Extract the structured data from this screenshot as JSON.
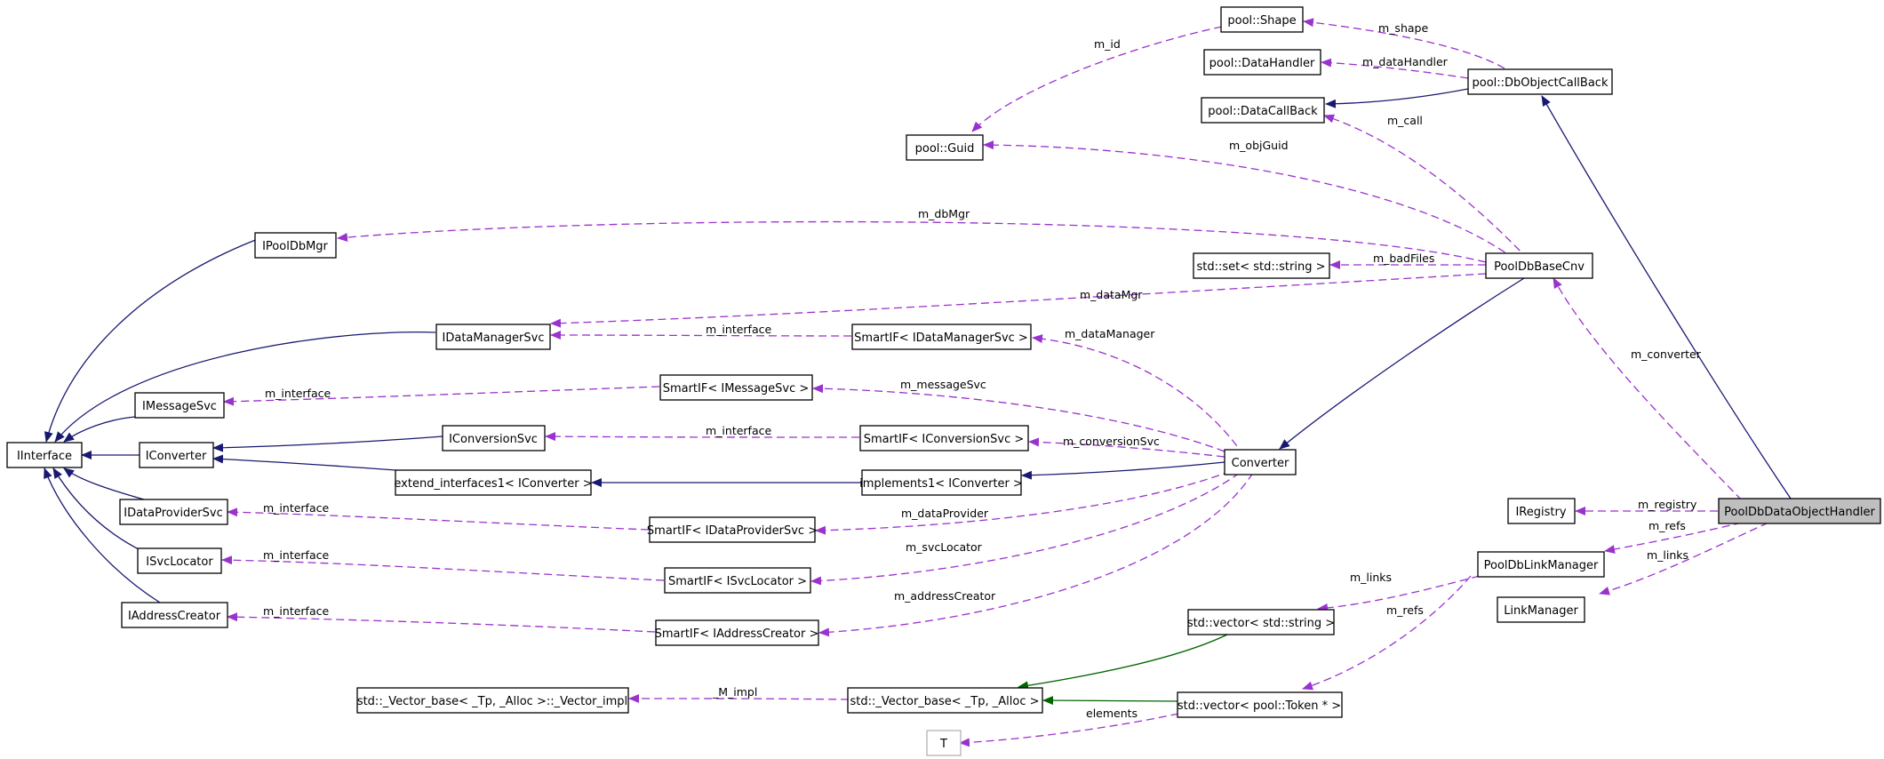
{
  "nodes": {
    "iinterface": "IInterface",
    "ipooldbmgr": "IPoolDbMgr",
    "idatamanagersvc": "IDataManagerSvc",
    "imessagesvc": "IMessageSvc",
    "iconverter": "IConverter",
    "iconversionsvc": "IConversionSvc",
    "extend_interfaces": "extend_interfaces1< IConverter >",
    "idataprovidersvc": "IDataProviderSvc",
    "isvclocator": "ISvcLocator",
    "iaddresscreator": "IAddressCreator",
    "pool_shape": "pool::Shape",
    "pool_datahandler": "pool::DataHandler",
    "pool_datacallback": "pool::DataCallBack",
    "pool_guid": "pool::Guid",
    "pool_dbobjectcallback": "pool::DbObjectCallBack",
    "std_set_string": "std::set< std::string >",
    "pooldbbasecnv": "PoolDbBaseCnv",
    "smartif_idatamanagersvc": "SmartIF< IDataManagerSvc >",
    "smartif_imessagesvc": "SmartIF< IMessageSvc >",
    "smartif_iconversionsvc": "SmartIF< IConversionSvc >",
    "implements1": "implements1< IConverter >",
    "converter": "Converter",
    "smartif_idataprovidersvc": "SmartIF< IDataProviderSvc >",
    "smartif_isvclocator": "SmartIF< ISvcLocator >",
    "smartif_iaddresscreator": "SmartIF< IAddressCreator >",
    "iregistry": "IRegistry",
    "pooldbdataobjecthandler": "PoolDbDataObjectHandler",
    "pooldblinkmanager": "PoolDbLinkManager",
    "linkmanager": "LinkManager",
    "std_vector_string": "std::vector< std::string >",
    "vector_impl": "std::_Vector_base< _Tp, _Alloc >::_Vector_impl",
    "vector_base": "std::_Vector_base< _Tp, _Alloc >",
    "std_vector_token": "std::vector< pool::Token * >",
    "t": "T"
  },
  "edge_labels": {
    "m_id": "m_id",
    "m_shape": "m_shape",
    "m_datahandler": "m_dataHandler",
    "m_call": "m_call",
    "m_objguid": "m_objGuid",
    "m_dbmgr": "m_dbMgr",
    "m_badfiles": "m_badFiles",
    "m_datamgr": "m_dataMgr",
    "m_interface_dms": "m_interface",
    "m_datamanager": "m_dataManager",
    "m_interface_msg": "m_interface",
    "m_messagesvc": "m_messageSvc",
    "m_converter": "m_converter",
    "m_interface_conv": "m_interface",
    "m_conversionsvc": "m_conversionSvc",
    "m_interface_dps": "m_interface",
    "m_dataprovider": "m_dataProvider",
    "m_registry": "m_registry",
    "m_refs_handler": "m_refs",
    "m_links_handler": "m_links",
    "m_interface_svc": "m_interface",
    "m_svclocator": "m_svcLocator",
    "m_links_vec": "m_links",
    "m_addresscreator": "m_addressCreator",
    "m_interface_addr": "m_interface",
    "m_refs_vec": "m_refs",
    "m_impl": "_M_impl",
    "elements": "elements"
  }
}
